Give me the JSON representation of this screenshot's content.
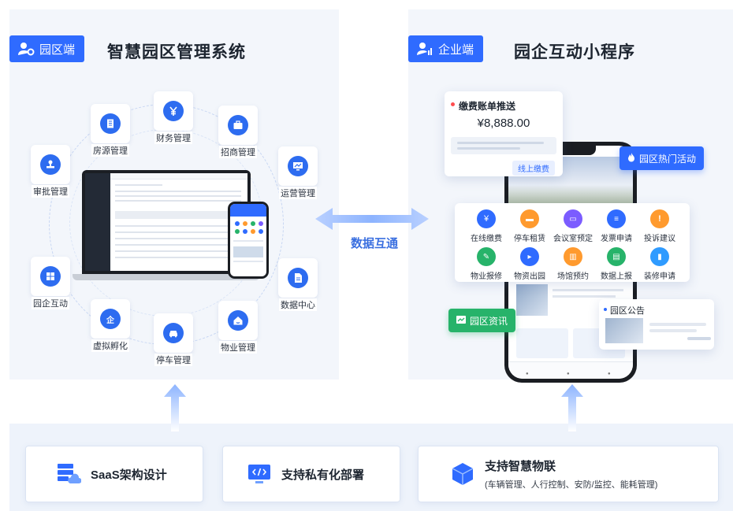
{
  "left": {
    "tag": "园区端",
    "title": "智慧园区管理系统",
    "modules": [
      {
        "label": "财务管理",
        "icon": "yuan-icon"
      },
      {
        "label": "招商管理",
        "icon": "briefcase-icon"
      },
      {
        "label": "运营管理",
        "icon": "monitor-chart-icon"
      },
      {
        "label": "数据中心",
        "icon": "document-icon"
      },
      {
        "label": "物业管理",
        "icon": "house-icon"
      },
      {
        "label": "停车管理",
        "icon": "car-icon"
      },
      {
        "label": "虚拟孵化",
        "icon": "enterprise-icon"
      },
      {
        "label": "园企互动",
        "icon": "grid-icon"
      },
      {
        "label": "审批管理",
        "icon": "stamp-icon"
      },
      {
        "label": "房源管理",
        "icon": "building-icon"
      }
    ]
  },
  "sync": {
    "label": "数据互通"
  },
  "right": {
    "tag": "企业端",
    "title": "园企互动小程序",
    "bill": {
      "title": "缴费账单推送",
      "amount": "¥8,888.00",
      "button": "线上缴费"
    },
    "hot_activity": "园区热门活动",
    "news": "园区资讯",
    "notice": "园区公告",
    "services": [
      {
        "label": "在线缴费",
        "color": "#2f6bff"
      },
      {
        "label": "停车租赁",
        "color": "#ff9a2e"
      },
      {
        "label": "会议室预定",
        "color": "#7b5cff"
      },
      {
        "label": "发票申请",
        "color": "#2f6bff"
      },
      {
        "label": "投诉建议",
        "color": "#ff9a2e"
      },
      {
        "label": "物业报修",
        "color": "#27b36a"
      },
      {
        "label": "物资出园",
        "color": "#2f6bff"
      },
      {
        "label": "场馆预约",
        "color": "#ff9a2e"
      },
      {
        "label": "数据上报",
        "color": "#27b36a"
      },
      {
        "label": "装修申请",
        "color": "#2f9bff"
      }
    ]
  },
  "features": [
    {
      "title": "SaaS架构设计",
      "sub": ""
    },
    {
      "title": "支持私有化部署",
      "sub": ""
    },
    {
      "title": "支持智慧物联",
      "sub": "(车辆管理、人行控制、安防/监控、能耗管理)"
    }
  ],
  "colors": {
    "accent": "#2f6bff",
    "green": "#27b36a",
    "orange": "#ff9a2e",
    "purple": "#7b5cff"
  }
}
